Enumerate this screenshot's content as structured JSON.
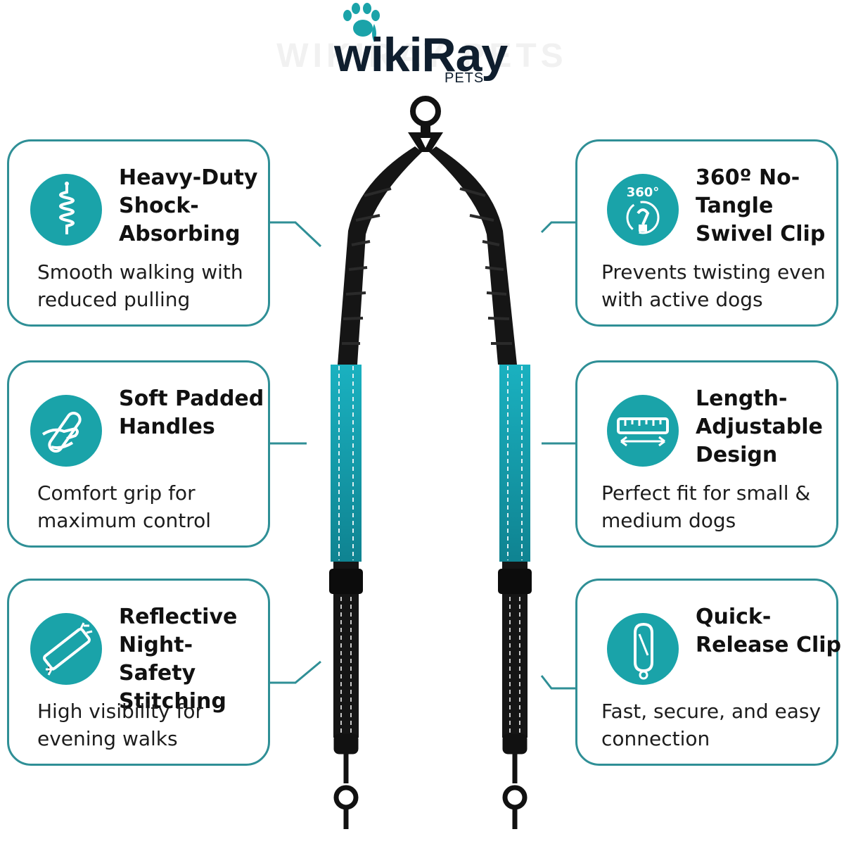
{
  "brand": {
    "name": "wikiRay",
    "sub": "PETS",
    "ghost_text": "WIKIRAY PETS",
    "colors": {
      "teal": "#1aa3a9",
      "border": "#2f8f96",
      "navy": "#0f1e2e"
    }
  },
  "features": [
    {
      "id": "shock",
      "icon": "spring-icon",
      "title": "Heavy-Duty Shock-Absorbing",
      "description": "Smooth walking with reduced pulling"
    },
    {
      "id": "swivel",
      "icon": "swivel-360-icon",
      "icon_text": "360°",
      "title": "360º No-Tangle Swivel Clip",
      "description": "Prevents twisting even with active dogs"
    },
    {
      "id": "handles",
      "icon": "hand-grip-icon",
      "title": "Soft Padded Handles",
      "description": "Comfort grip for maximum control"
    },
    {
      "id": "length",
      "icon": "ruler-icon",
      "title": "Length-Adjustable Design",
      "description": "Perfect fit for small & medium dogs"
    },
    {
      "id": "reflective",
      "icon": "reflective-strip-icon",
      "title": "Reflective Night-Safety Stitching",
      "description": "High visibility for evening walks"
    },
    {
      "id": "clip",
      "icon": "carabiner-icon",
      "title": "Quick-Release Clip",
      "description": "Fast, secure, and easy connection"
    }
  ],
  "product": {
    "name": "double dog leash coupler",
    "colors": {
      "strap": "#151515",
      "accent": "#1aa6b3"
    }
  }
}
